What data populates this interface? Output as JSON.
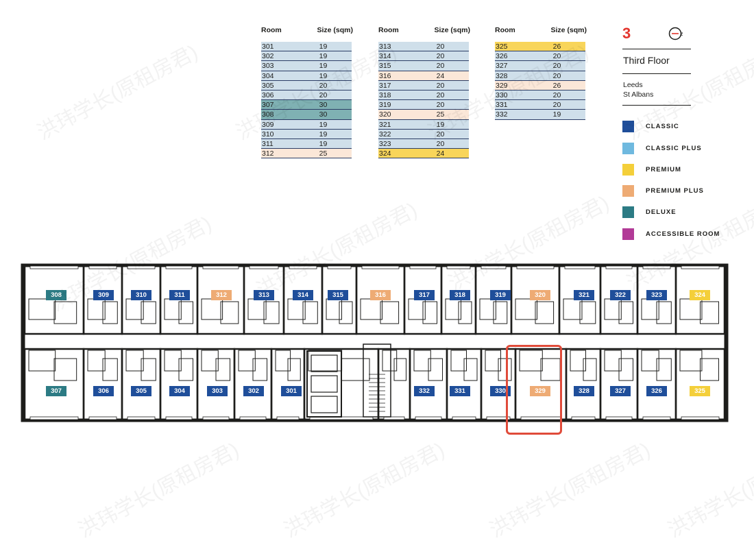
{
  "tables": {
    "headers": [
      "Room",
      "Size (sqm)"
    ],
    "columns": [
      [
        {
          "room": "301",
          "size": "19",
          "type": "classic_plus"
        },
        {
          "room": "302",
          "size": "19",
          "type": "classic_plus"
        },
        {
          "room": "303",
          "size": "19",
          "type": "classic_plus"
        },
        {
          "room": "304",
          "size": "19",
          "type": "classic_plus"
        },
        {
          "room": "305",
          "size": "20",
          "type": "classic_plus"
        },
        {
          "room": "306",
          "size": "20",
          "type": "classic_plus"
        },
        {
          "room": "307",
          "size": "30",
          "type": "deluxe"
        },
        {
          "room": "308",
          "size": "30",
          "type": "deluxe"
        },
        {
          "room": "309",
          "size": "19",
          "type": "classic_plus"
        },
        {
          "room": "310",
          "size": "19",
          "type": "classic_plus"
        },
        {
          "room": "311",
          "size": "19",
          "type": "classic_plus"
        },
        {
          "room": "312",
          "size": "25",
          "type": "premium_plus"
        }
      ],
      [
        {
          "room": "313",
          "size": "20",
          "type": "classic_plus"
        },
        {
          "room": "314",
          "size": "20",
          "type": "classic_plus"
        },
        {
          "room": "315",
          "size": "20",
          "type": "classic_plus"
        },
        {
          "room": "316",
          "size": "24",
          "type": "premium_plus"
        },
        {
          "room": "317",
          "size": "20",
          "type": "classic_plus"
        },
        {
          "room": "318",
          "size": "20",
          "type": "classic_plus"
        },
        {
          "room": "319",
          "size": "20",
          "type": "classic_plus"
        },
        {
          "room": "320",
          "size": "25",
          "type": "premium_plus"
        },
        {
          "room": "321",
          "size": "19",
          "type": "classic_plus"
        },
        {
          "room": "322",
          "size": "20",
          "type": "classic_plus"
        },
        {
          "room": "323",
          "size": "20",
          "type": "classic_plus"
        },
        {
          "room": "324",
          "size": "24",
          "type": "premium"
        }
      ],
      [
        {
          "room": "325",
          "size": "26",
          "type": "premium"
        },
        {
          "room": "326",
          "size": "20",
          "type": "classic_plus"
        },
        {
          "room": "327",
          "size": "20",
          "type": "classic_plus"
        },
        {
          "room": "328",
          "size": "20",
          "type": "classic_plus"
        },
        {
          "room": "329",
          "size": "26",
          "type": "premium_plus"
        },
        {
          "room": "330",
          "size": "20",
          "type": "classic_plus"
        },
        {
          "room": "331",
          "size": "20",
          "type": "classic_plus"
        },
        {
          "room": "332",
          "size": "19",
          "type": "classic_plus"
        }
      ]
    ]
  },
  "header": {
    "floor_number": "3",
    "compass_letter": "z",
    "floor_title": "Third Floor",
    "site_line1": "Leeds",
    "site_line2": "St Albans"
  },
  "legend": [
    {
      "key": "classic",
      "label": "CLASSIC",
      "color": "#1f4e9a"
    },
    {
      "key": "classic_plus",
      "label": "CLASSIC PLUS",
      "color": "#6fb9df"
    },
    {
      "key": "premium",
      "label": "PREMIUM",
      "color": "#f4cf3a"
    },
    {
      "key": "premium_plus",
      "label": "PREMIUM PLUS",
      "color": "#eeab74"
    },
    {
      "key": "deluxe",
      "label": "DELUXE",
      "color": "#2c7b84"
    },
    {
      "key": "accessible",
      "label": "ACCESSIBLE ROOM",
      "color": "#b23a97"
    }
  ],
  "row_colors": {
    "classic_plus": "#cfdfea",
    "deluxe": "#7fb1b3",
    "premium_plus": "#fbe7d8",
    "premium": "#f8d55a"
  },
  "plan_tags": {
    "top": [
      {
        "room": "308",
        "type": "deluxe"
      },
      {
        "room": "309",
        "type": "classic"
      },
      {
        "room": "310",
        "type": "classic"
      },
      {
        "room": "311",
        "type": "classic"
      },
      {
        "room": "312",
        "type": "premium_plus"
      },
      {
        "room": "313",
        "type": "classic"
      },
      {
        "room": "314",
        "type": "classic"
      },
      {
        "room": "315",
        "type": "classic"
      },
      {
        "room": "316",
        "type": "premium_plus"
      },
      {
        "room": "317",
        "type": "classic"
      },
      {
        "room": "318",
        "type": "classic"
      },
      {
        "room": "319",
        "type": "classic"
      },
      {
        "room": "320",
        "type": "premium_plus"
      },
      {
        "room": "321",
        "type": "classic"
      },
      {
        "room": "322",
        "type": "classic"
      },
      {
        "room": "323",
        "type": "classic"
      },
      {
        "room": "324",
        "type": "premium"
      }
    ],
    "bottom": [
      {
        "room": "307",
        "type": "deluxe"
      },
      {
        "room": "306",
        "type": "classic"
      },
      {
        "room": "305",
        "type": "classic"
      },
      {
        "room": "304",
        "type": "classic"
      },
      {
        "room": "303",
        "type": "classic"
      },
      {
        "room": "302",
        "type": "classic"
      },
      {
        "room": "301",
        "type": "classic"
      },
      {
        "room": "332",
        "type": "classic"
      },
      {
        "room": "331",
        "type": "classic"
      },
      {
        "room": "330",
        "type": "classic"
      },
      {
        "room": "329",
        "type": "premium_plus"
      },
      {
        "room": "328",
        "type": "classic"
      },
      {
        "room": "327",
        "type": "classic"
      },
      {
        "room": "326",
        "type": "classic"
      },
      {
        "room": "325",
        "type": "premium"
      }
    ]
  },
  "watermark": "洪玮学长(原租房君)"
}
